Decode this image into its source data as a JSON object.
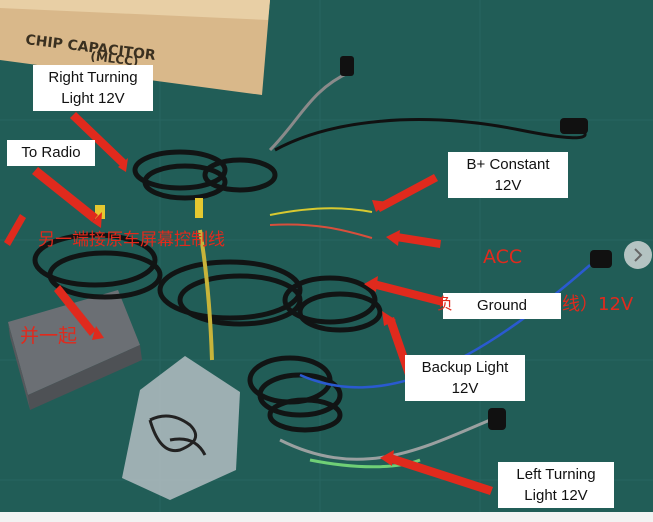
{
  "labels": {
    "right_turning": "Right Turning\nLight 12V",
    "to_radio": "To Radio",
    "b_plus": "B+ Constant\n12V",
    "acc": "ACC",
    "ground": "Ground",
    "backup_light": "Backup Light\n12V",
    "left_turning": "Left Turning\nLight 12V",
    "chinese_1": "另一端接原车屏幕控制线",
    "chinese_2": "并一起",
    "chinese_3_left": "负",
    "chinese_3_right": "线）12V",
    "box_print": "CHIP CAPACITOR\n(MLCC)"
  },
  "icons": {
    "next": "chevron-right-icon"
  },
  "colors": {
    "annotation_red": "#e02a1d",
    "background_green": "#1f5a55"
  }
}
